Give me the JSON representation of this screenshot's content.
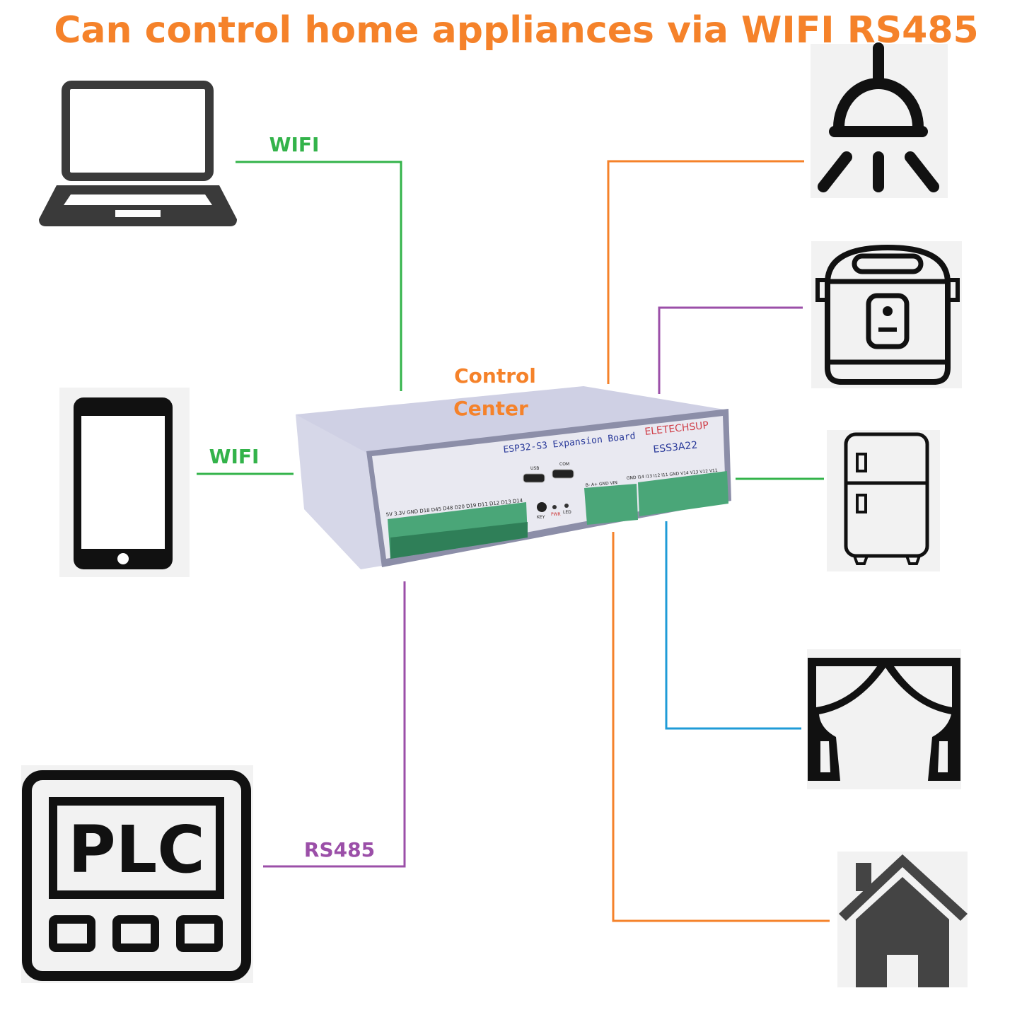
{
  "title": "Can control home appliances via WIFI RS485",
  "colors": {
    "orange": "#f5822a",
    "green": "#33b34a",
    "purple": "#9b4fa8",
    "blue": "#1f9bd7",
    "icon": "#111111"
  },
  "links": {
    "laptop": "WIFI",
    "phone": "WIFI",
    "plc": "RS485"
  },
  "center": {
    "line1": "Control",
    "line2": "Center"
  },
  "device": {
    "board": "ESP32-S3 Expansion Board",
    "brand": "ELETECHSUP",
    "model": "ESS3A22",
    "usb": "USB",
    "com": "COM",
    "left_pins": "5V 3.3V GND D18 D45 D48 D20 D19 D11 D12 D13 D14",
    "rs485_pins": "B- A+ GND VIN",
    "io_pins": "GND I14 I13 I12 I11 GND V14 V13 V12 V11",
    "key": "KEY",
    "pwr": "PWR",
    "led": "LED"
  },
  "plc_text": "PLC",
  "icons": [
    "laptop-icon",
    "smartphone-icon",
    "plc-icon",
    "ceiling-lamp-icon",
    "rice-cooker-icon",
    "refrigerator-icon",
    "curtain-icon",
    "house-icon"
  ]
}
